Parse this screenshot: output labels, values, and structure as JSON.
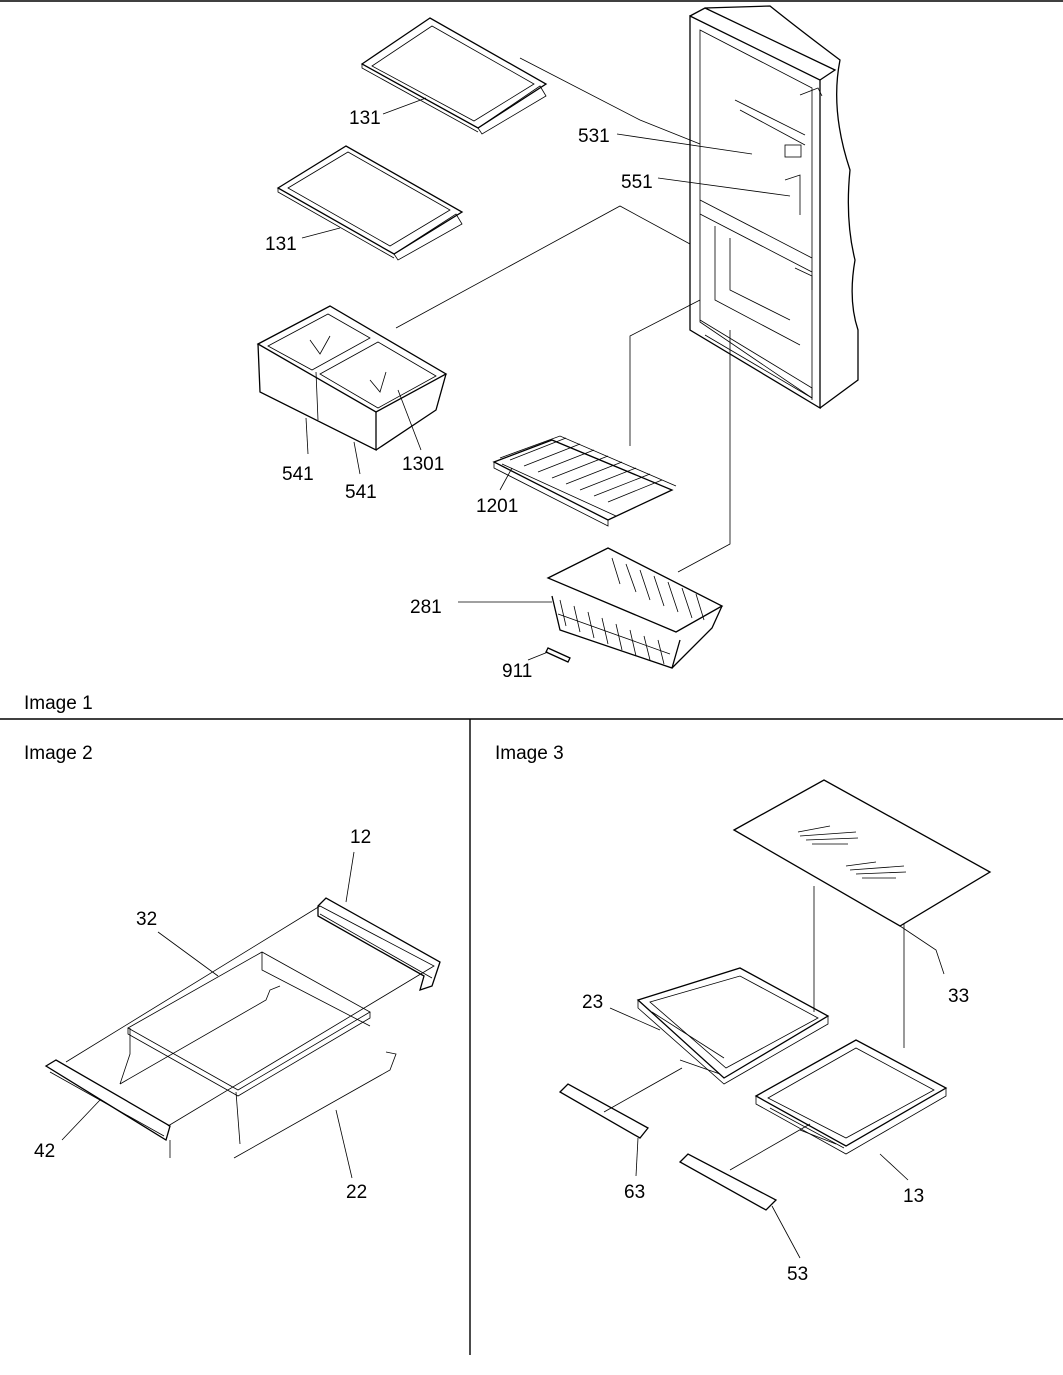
{
  "panels": [
    {
      "caption": "Image 1",
      "callouts": [
        "131",
        "131",
        "531",
        "551",
        "541",
        "541",
        "1301",
        "1201",
        "281",
        "911"
      ]
    },
    {
      "caption": "Image 2",
      "callouts": [
        "12",
        "32",
        "42",
        "22"
      ]
    },
    {
      "caption": "Image 3",
      "callouts": [
        "23",
        "33",
        "63",
        "13",
        "53"
      ]
    }
  ]
}
